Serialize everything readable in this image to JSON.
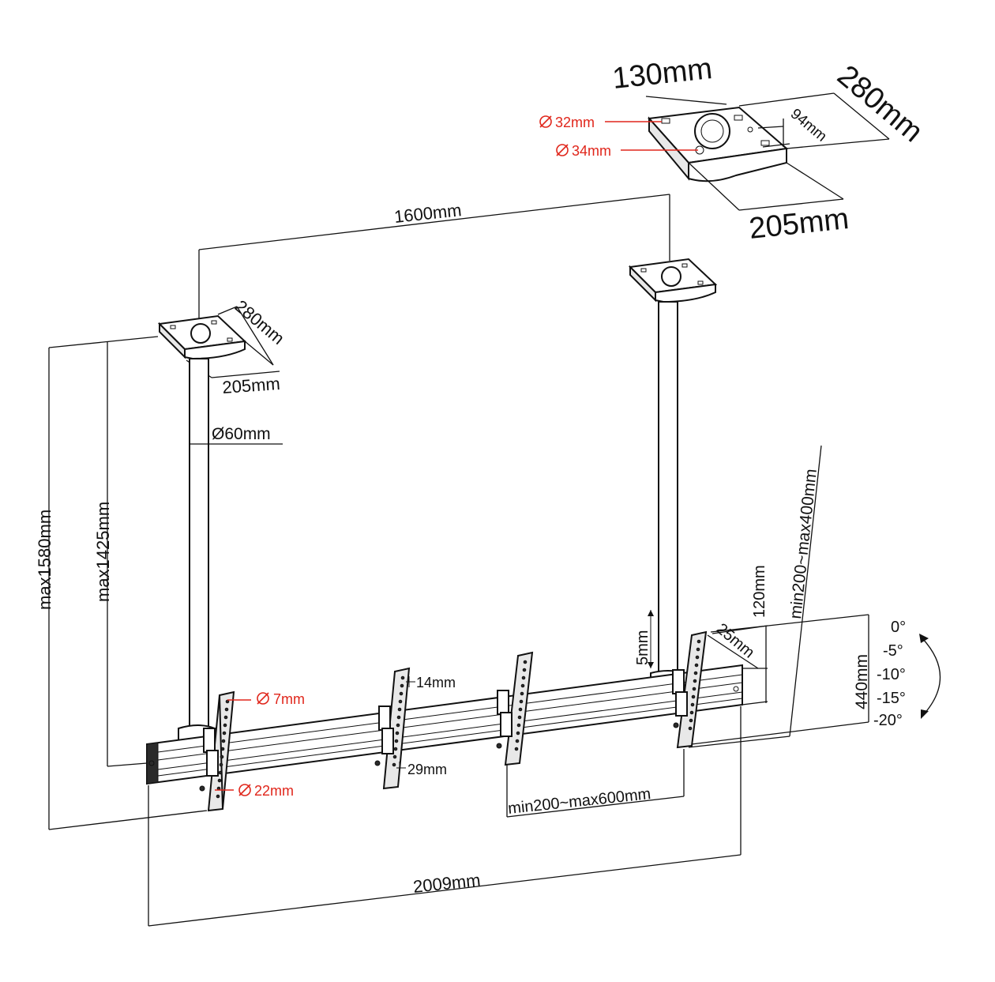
{
  "labels": {
    "plate_large_width": "130mm",
    "plate_large_length": "280mm",
    "plate_large_depth": "205mm",
    "plate_large_inner": "94mm",
    "hole_32": "32mm",
    "hole_34": "34mm",
    "pole_spacing": "1600mm",
    "plate_small_length": "280mm",
    "plate_small_depth": "205mm",
    "pole_diameter": "Ø60mm",
    "height_max_1580": "max1580mm",
    "height_max_1425": "max1425mm",
    "bracket_range_vertical": "min200~max400mm",
    "offset_120": "120mm",
    "adjust_5": "5mm",
    "offset_25": "25mm",
    "height_440": "440mm",
    "tilt_0": "0°",
    "tilt_5": "-5°",
    "tilt_10": "-10°",
    "tilt_15": "-15°",
    "tilt_20": "-20°",
    "hole_7": "7mm",
    "hole_22": "22mm",
    "bracket_width_14": "14mm",
    "bracket_width_29": "29mm",
    "bracket_spacing": "min200~max600mm",
    "rail_length": "2009mm"
  },
  "colors": {
    "line": "#111111",
    "accent_red": "#e0261b",
    "bracket_fill": "#e8e8e8"
  },
  "icons": {
    "diameter_symbol": "circle-slash"
  }
}
